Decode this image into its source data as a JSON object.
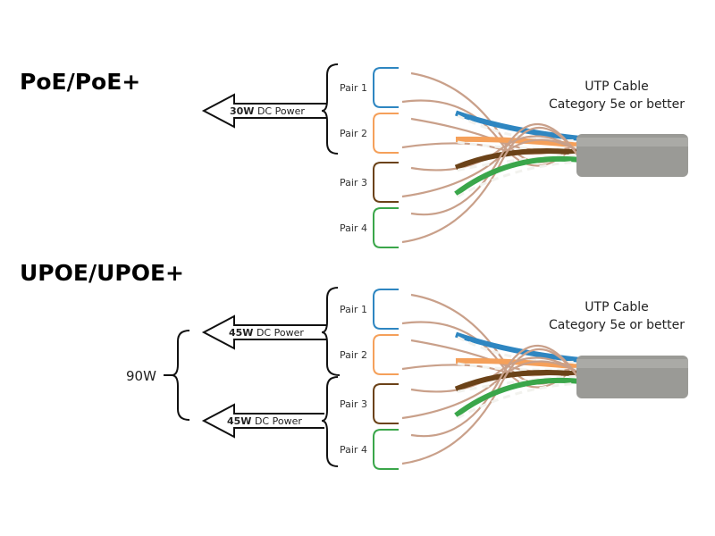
{
  "sections": [
    {
      "title": "PoE/PoE+",
      "power": [
        {
          "watts": "30W",
          "label": "DC Power"
        }
      ],
      "pairs": [
        "Pair 1",
        "Pair 2",
        "Pair 3",
        "Pair 4"
      ],
      "cable_label": [
        "UTP Cable",
        "Category 5e or better"
      ]
    },
    {
      "title": "UPOE/UPOE+",
      "total": "90W",
      "power": [
        {
          "watts": "45W",
          "label": "DC Power"
        },
        {
          "watts": "45W",
          "label": "DC Power"
        }
      ],
      "pairs": [
        "Pair 1",
        "Pair 2",
        "Pair 3",
        "Pair 4"
      ],
      "cable_label": [
        "UTP Cable",
        "Category 5e or better"
      ]
    }
  ],
  "colors": {
    "pair1": "#2e86c1",
    "pair2": "#f5a05a",
    "pair3": "#6b4218",
    "pair4": "#3aa64a",
    "cable": "#9a9a96"
  }
}
